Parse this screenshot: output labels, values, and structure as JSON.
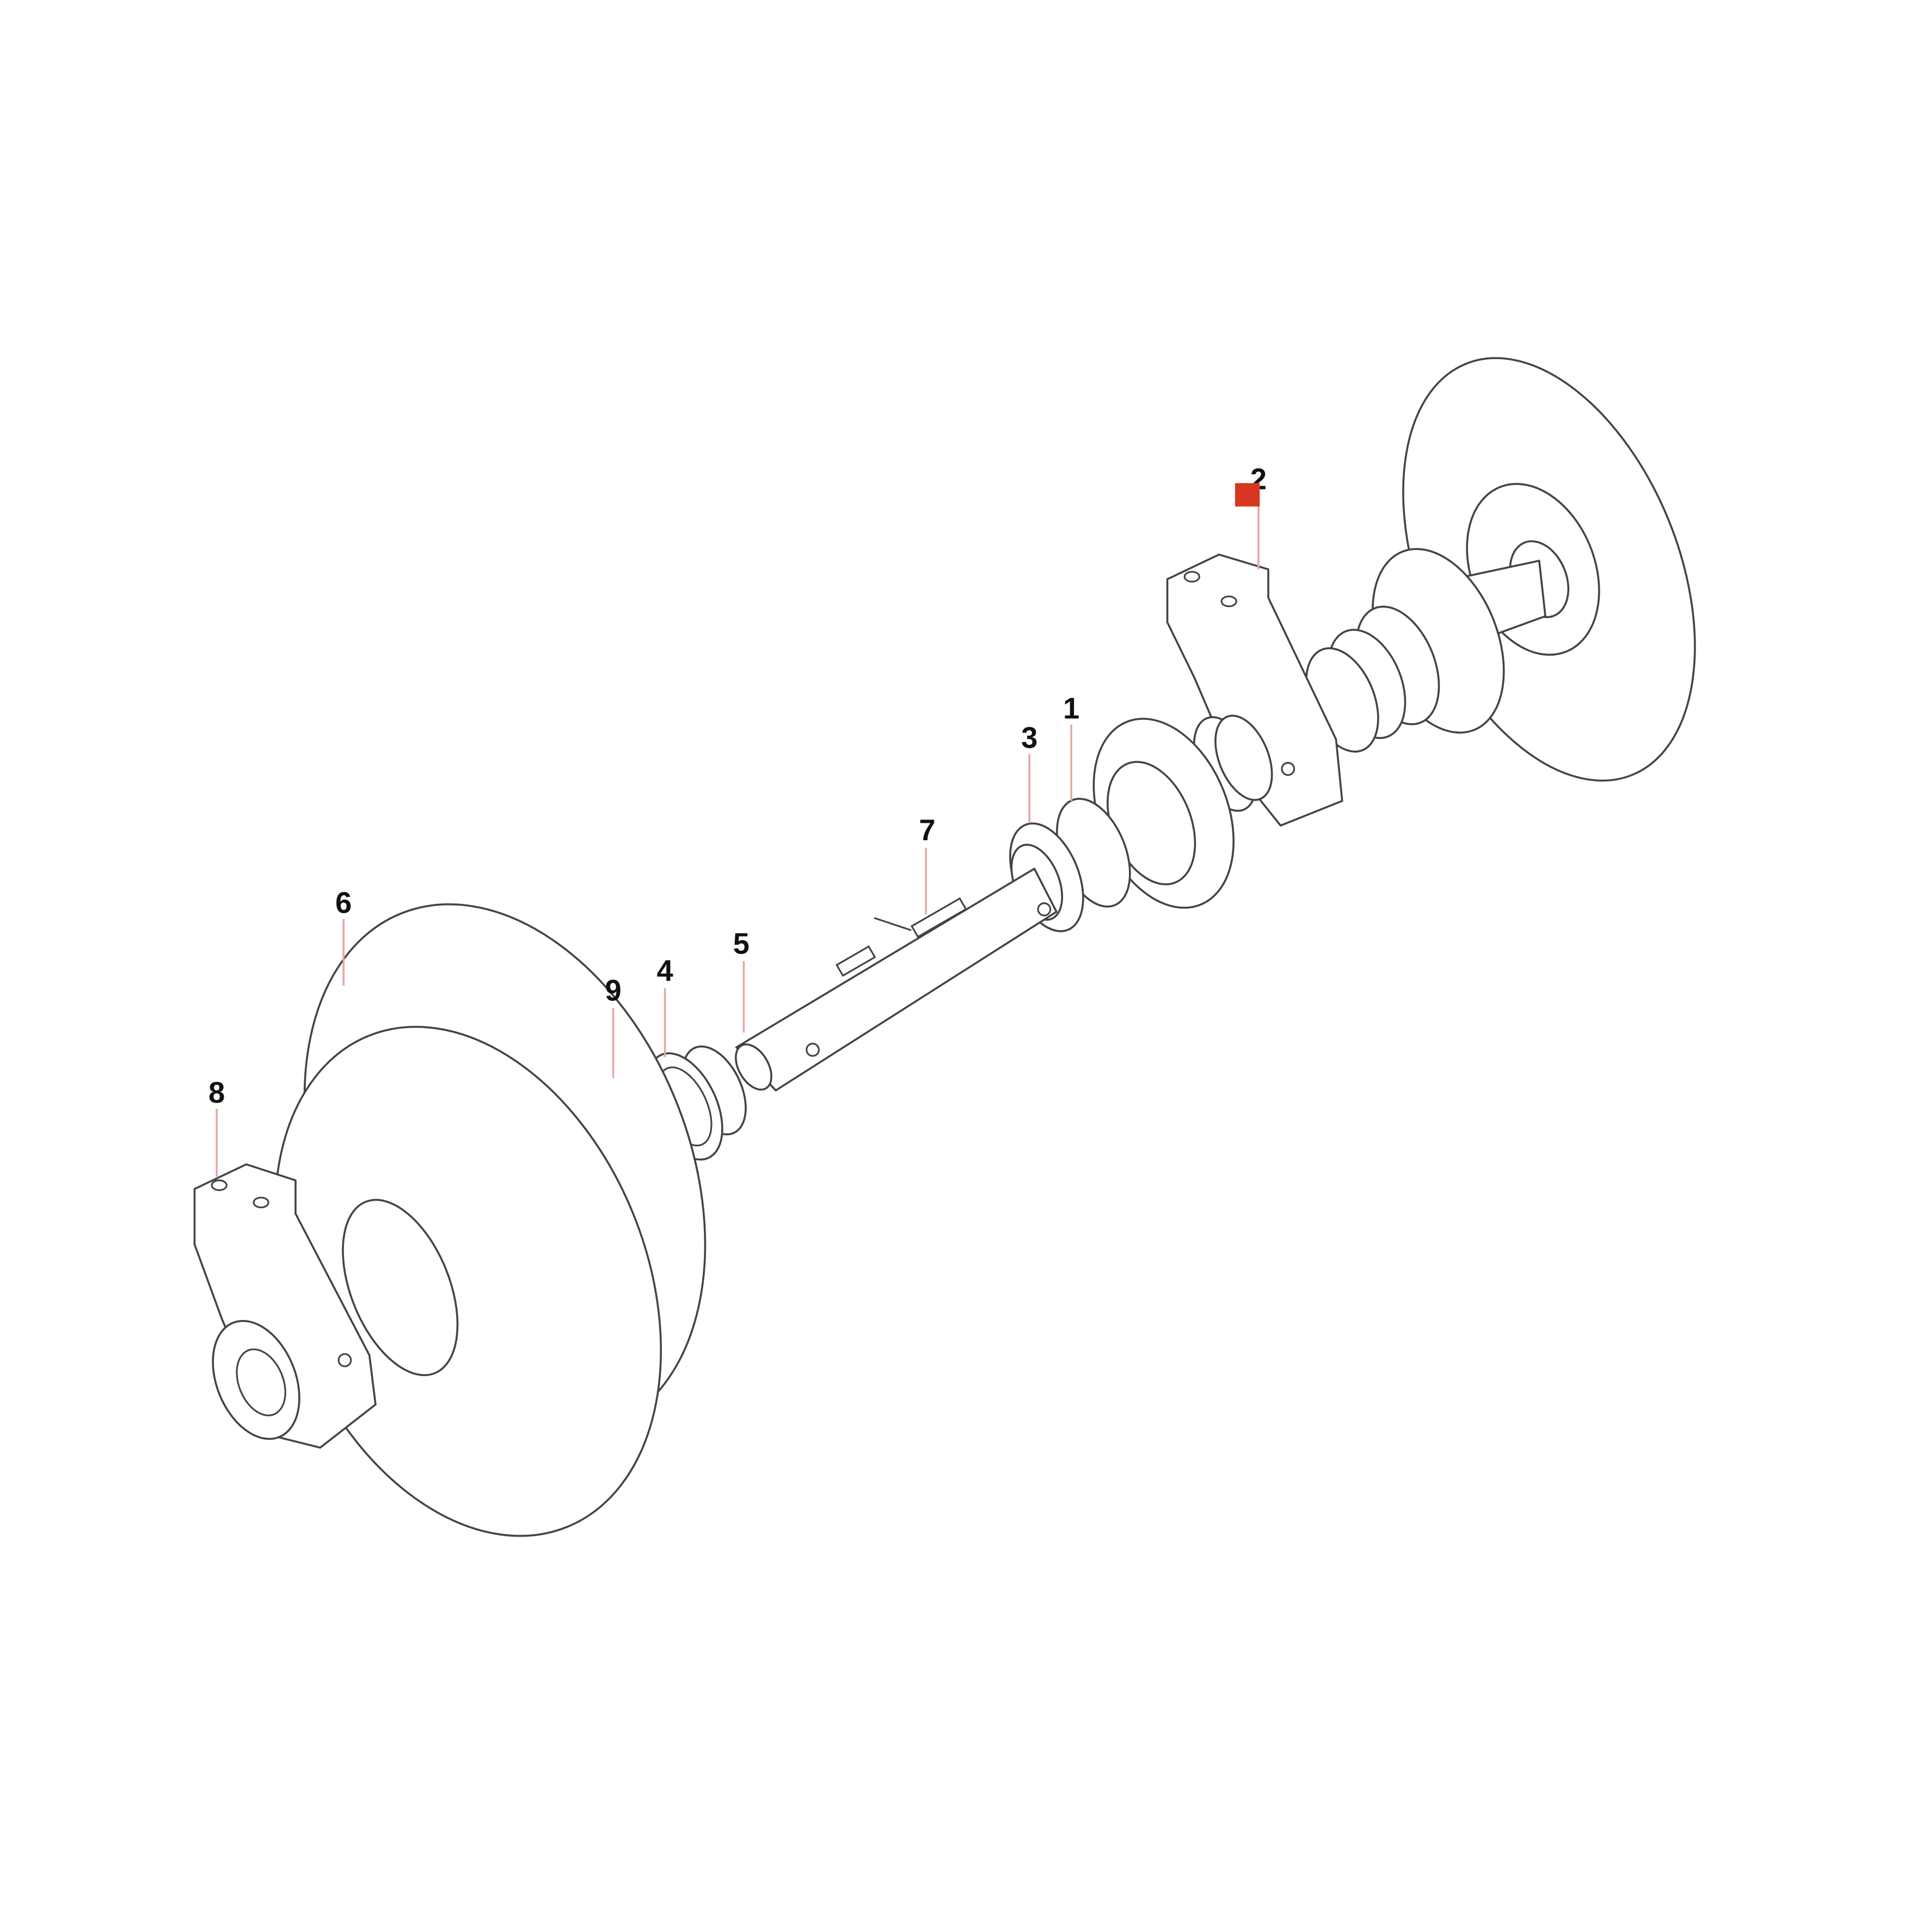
{
  "diagram": {
    "title": "Idler assembly exploded view",
    "callouts": [
      {
        "id": "1",
        "label": "1"
      },
      {
        "id": "2",
        "label": "2",
        "highlighted": true
      },
      {
        "id": "3",
        "label": "3"
      },
      {
        "id": "4",
        "label": "4"
      },
      {
        "id": "5",
        "label": "5"
      },
      {
        "id": "6",
        "label": "6"
      },
      {
        "id": "7",
        "label": "7"
      },
      {
        "id": "8",
        "label": "8"
      },
      {
        "id": "9",
        "label": "9"
      }
    ],
    "colors": {
      "highlight": "#d93620",
      "leader": "#e3a9a3",
      "line": "#444444"
    }
  }
}
